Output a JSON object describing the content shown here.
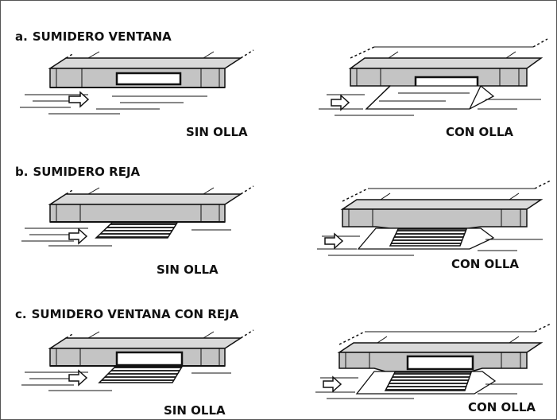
{
  "header_cut_title": "",
  "sections": [
    {
      "letter": "a.",
      "title": "SUMIDERO VENTANA",
      "left_caption": "SIN OLLA",
      "right_caption": "CON OLLA"
    },
    {
      "letter": "b.",
      "title": "SUMIDERO REJA",
      "left_caption": "SIN OLLA",
      "right_caption": "CON OLLA"
    },
    {
      "letter": "c.",
      "title": "SUMIDERO VENTANA CON REJA",
      "left_caption": "SIN OLLA",
      "right_caption": "CON OLLA"
    }
  ],
  "colors": {
    "curb_fill": "#c4c4c4",
    "ink": "#111111",
    "window_fill": "#ffffff",
    "grate_fill": "#333333"
  }
}
